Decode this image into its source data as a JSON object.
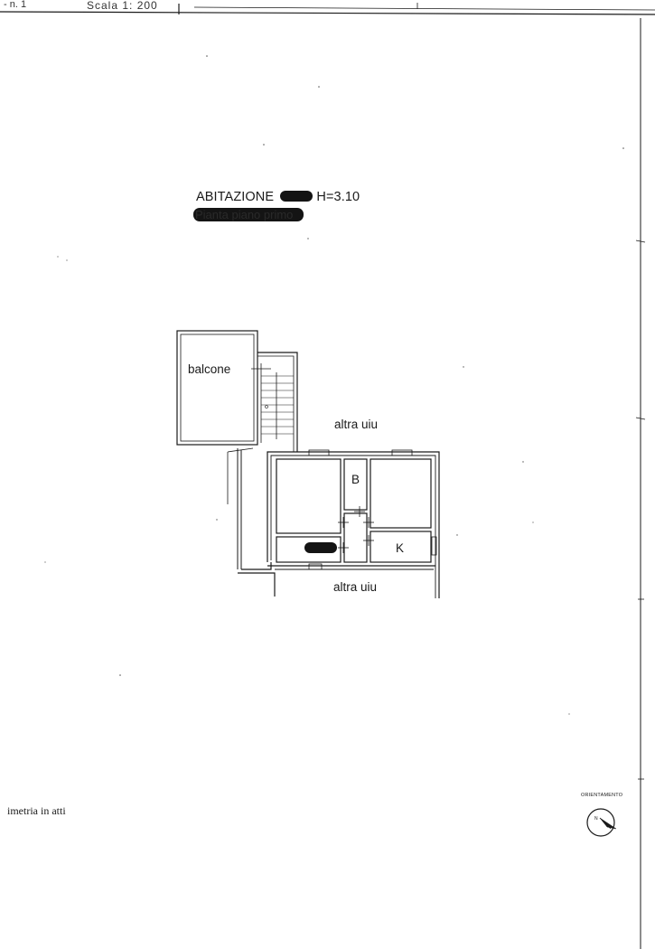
{
  "header": {
    "sheet_number": "- n. 1",
    "scale_label": "Scala 1: 200"
  },
  "title": {
    "unit_label": "ABITAZIONE",
    "height_label": "H=3.10",
    "subtitle": "Pianta piano primo"
  },
  "rooms": {
    "balcone": "balcone",
    "altra_uiu_right": "altra uiu",
    "altra_uiu_bottom": "altra uiu",
    "bath": "B",
    "kitchen": "K"
  },
  "footer": {
    "text": "imetria in atti"
  },
  "orientation": {
    "label": "ORIENTAMENTO",
    "north_letter": "N"
  },
  "colors": {
    "ink": "#1a1a1a",
    "paper": "#ffffff",
    "redaction": "#141414"
  }
}
